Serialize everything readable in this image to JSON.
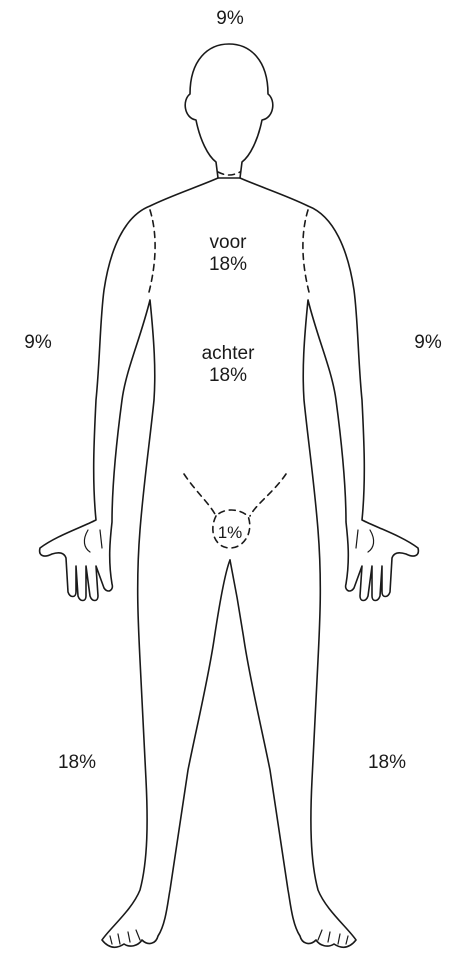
{
  "labels": {
    "head": "9%",
    "torso_front_word": "voor",
    "torso_front_value": "18%",
    "torso_back_word": "achter",
    "torso_back_value": "18%",
    "genital": "1%",
    "left_arm": "9%",
    "right_arm": "9%",
    "left_leg": "18%",
    "right_leg": "18%"
  },
  "colors": {
    "outline": "#1a1a1a",
    "background": "#ffffff"
  }
}
